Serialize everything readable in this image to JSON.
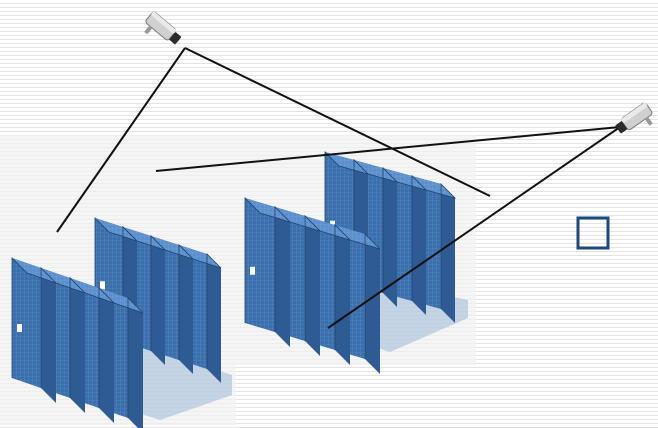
{
  "scene": {
    "colors": {
      "rack_front": "#3a6fae",
      "rack_top": "#5b8fcd",
      "rack_side": "#2e5b93",
      "rack_base": "#9bb8d6",
      "line": "#111111",
      "checkbox_border": "#1c4a7c",
      "camera_body": "#c9c9c9",
      "camera_lens": "#2b2b2b"
    },
    "rack_groups": [
      {
        "name": "left",
        "rows": 2,
        "racks_per_row": 4
      },
      {
        "name": "center",
        "rows": 2,
        "racks_per_row": 4
      }
    ],
    "cameras": [
      {
        "name": "camera-top",
        "icon": "security-camera-icon"
      },
      {
        "name": "camera-right",
        "icon": "security-camera-icon"
      }
    ],
    "checkbox": {
      "icon": "empty-square-icon",
      "checked": false
    }
  }
}
